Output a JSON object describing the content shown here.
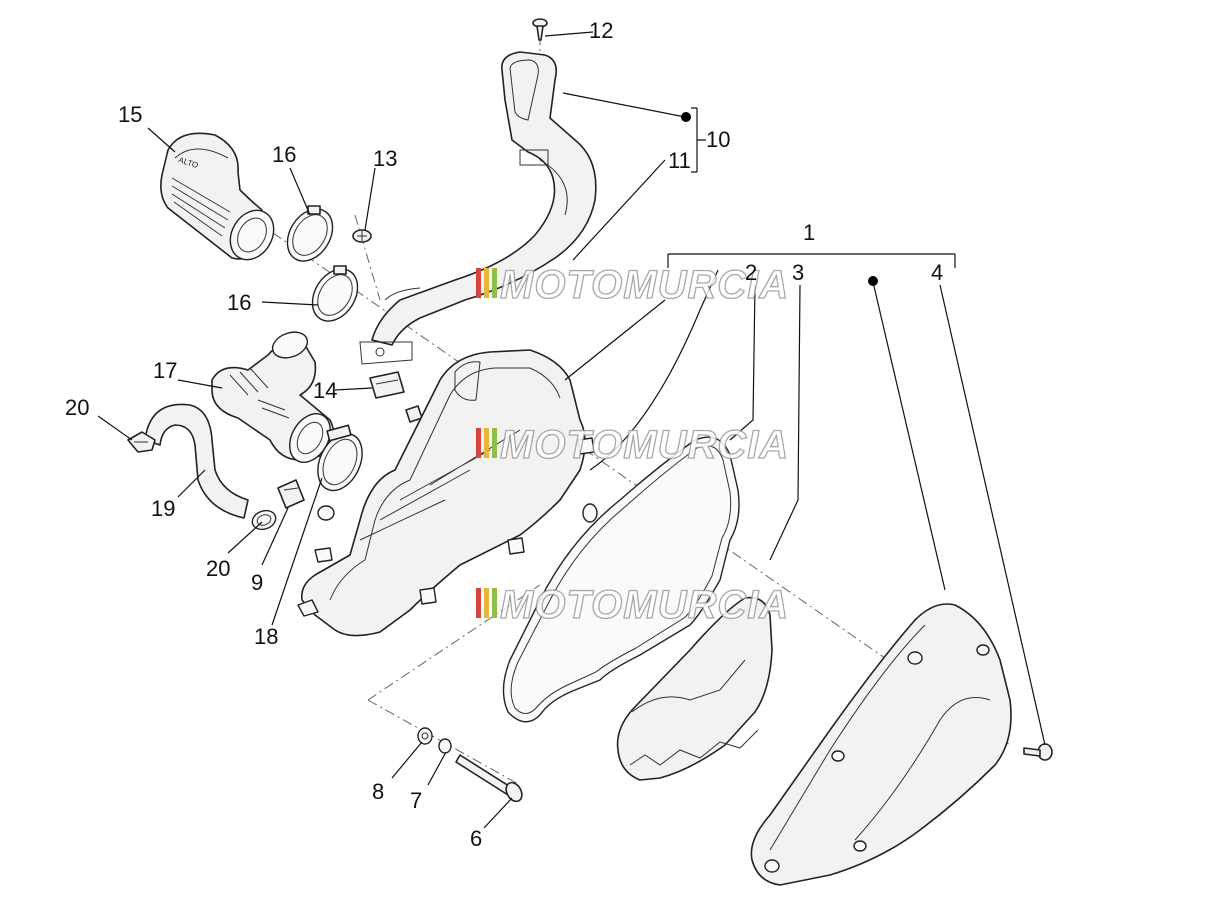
{
  "watermark": {
    "text": "MOTOMURCIA",
    "stripe_colors": [
      "#d64541",
      "#e8b63a",
      "#8fbf4a"
    ]
  },
  "part_marking": "ALTO",
  "callouts": [
    {
      "id": "c1",
      "label": "1"
    },
    {
      "id": "c2",
      "label": "2"
    },
    {
      "id": "c3",
      "label": "3"
    },
    {
      "id": "c4",
      "label": "4"
    },
    {
      "id": "c6",
      "label": "6"
    },
    {
      "id": "c7",
      "label": "7"
    },
    {
      "id": "c8",
      "label": "8"
    },
    {
      "id": "c9",
      "label": "9"
    },
    {
      "id": "c10",
      "label": "10"
    },
    {
      "id": "c11",
      "label": "11"
    },
    {
      "id": "c12",
      "label": "12"
    },
    {
      "id": "c13",
      "label": "13"
    },
    {
      "id": "c14",
      "label": "14"
    },
    {
      "id": "c15",
      "label": "15"
    },
    {
      "id": "c16a",
      "label": "16"
    },
    {
      "id": "c16b",
      "label": "16"
    },
    {
      "id": "c17",
      "label": "17"
    },
    {
      "id": "c18",
      "label": "18"
    },
    {
      "id": "c19",
      "label": "19"
    },
    {
      "id": "c20a",
      "label": "20"
    },
    {
      "id": "c20b",
      "label": "20"
    }
  ]
}
